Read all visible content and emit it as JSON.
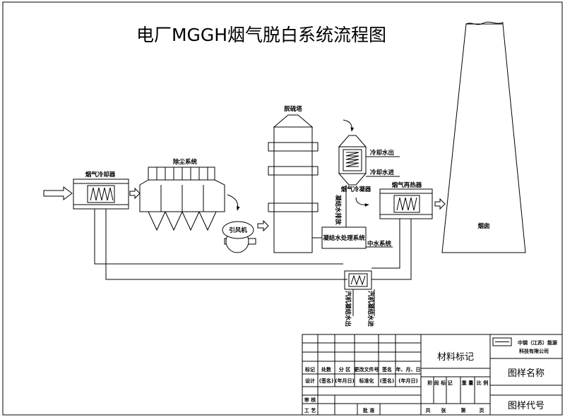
{
  "title": "电厂MGGH烟气脱白系统流程图",
  "labels": {
    "flue_cooler": "烟气冷却器",
    "dust_removal": "除尘系统",
    "id_fan": "引风机",
    "desulfurization_tower": "脱硫塔",
    "flue_condenser": "烟气冷凝器",
    "cooling_water_out": "冷却水出",
    "cooling_water_in": "冷却水进",
    "condensate_drain": "凝结水排放",
    "condensate_treatment": "凝结水处理系统",
    "reclaimed_water": "中水系统",
    "flue_reheater": "烟气再热器",
    "chimney": "烟囱",
    "turbine_condensate_out": "汽机凝结水出",
    "turbine_condensate_in": "汽机凝结水进"
  },
  "title_block": {
    "company_line1": "中钢（江苏）能源",
    "company_line2": "科技有限公司",
    "material_mark": "材料标记",
    "drawing_name": "图样名称",
    "drawing_code": "图样代号",
    "row_mark": [
      "标记",
      "处数",
      "分 区",
      "更改文件号",
      "签名",
      "年、月、日"
    ],
    "row_design": [
      "设计",
      "(签名)",
      "(年月日)",
      "标准化",
      "(签名)",
      "(年月日)"
    ],
    "row_stage": [
      "阶 段 标 记",
      "重 量",
      "比 例"
    ],
    "review": "审 核",
    "process": "工 艺",
    "approve": "批 准",
    "sheets": [
      "共",
      "张",
      "第",
      "页"
    ]
  }
}
